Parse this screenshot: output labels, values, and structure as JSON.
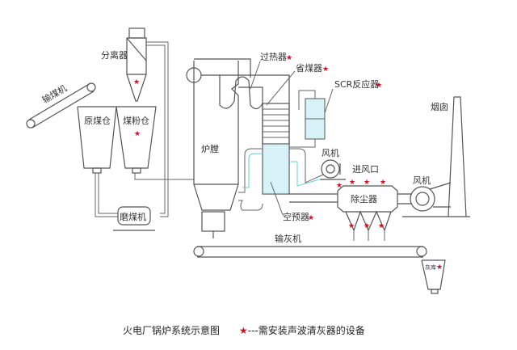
{
  "title": "火电厂锅炉系统示意图",
  "legend": {
    "symbol": "★",
    "text": "---需安装声波清灰器的设备",
    "star_color": "#cc1122"
  },
  "labels": {
    "separator": "分离器",
    "coal_conveyor": "输煤机",
    "raw_coal_bin": "原煤仓",
    "pulverized_coal_bin": "煤粉仓",
    "coal_mill": "磨煤机",
    "furnace": "炉膛",
    "superheater": "过热器",
    "economizer": "省煤器",
    "scr_reactor": "SCR反应器",
    "fan_inlet": "风机",
    "air_inlet": "进风口",
    "air_preheater": "空预器",
    "dust_collector": "除尘器",
    "fan_outlet": "风机",
    "chimney": "烟囱",
    "ash_conveyor": "输灰机",
    "ash_bin": "灰库"
  },
  "star": "★",
  "accent_cyan": "#66ccdd"
}
